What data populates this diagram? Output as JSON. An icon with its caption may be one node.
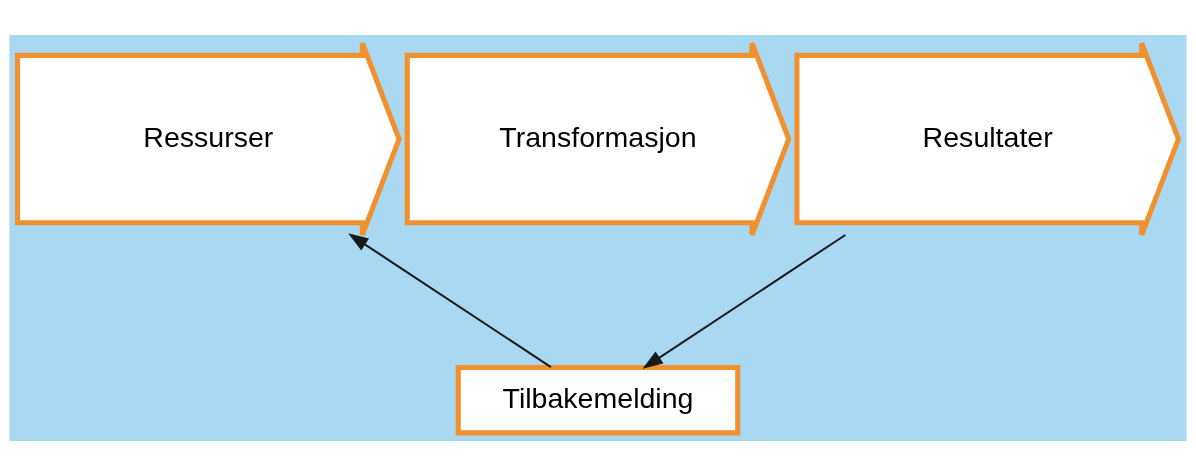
{
  "diagram": {
    "nodes": [
      {
        "text": [
          "Ressurser"
        ]
      },
      {
        "text": [
          "Transformasjon"
        ]
      },
      {
        "text": [
          "Resultater"
        ]
      },
      {
        "text": [
          "Tilbakemelding"
        ]
      }
    ],
    "edges": [
      {
        "from": 2,
        "to": 3,
        "arrow": "to"
      },
      {
        "from": 3,
        "to": 0,
        "arrow": "to"
      }
    ]
  }
}
